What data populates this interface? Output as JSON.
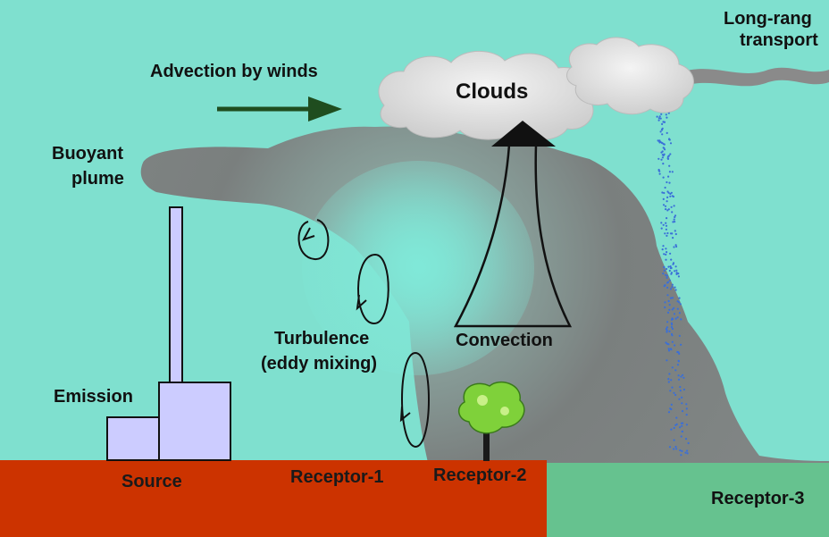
{
  "diagram": {
    "labels": {
      "long_range_transport_line1": "Long-rang",
      "long_range_transport_line2": "transport",
      "advection": "Advection by winds",
      "clouds": "Clouds",
      "buoyant_plume_line1": "Buoyant",
      "buoyant_plume_line2": "plume",
      "turbulence_line1": "Turbulence",
      "turbulence_line2": "(eddy mixing)",
      "convection": "Convection",
      "emission": "Emission",
      "source": "Source",
      "receptor_1": "Receptor-1",
      "receptor_2": "Receptor-2",
      "receptor_3": "Receptor-3"
    },
    "colors": {
      "sky": "#7fe0cf",
      "plume": "#7d7d7d",
      "red_ground": "#cc3300",
      "green_ground": "#66c28f",
      "building": "#ccccff",
      "cloud": "#e8e8e8",
      "arrow": "#1f4d1f",
      "rain": "#3a6fd8",
      "tree_foliage": "#7fd13a"
    }
  }
}
